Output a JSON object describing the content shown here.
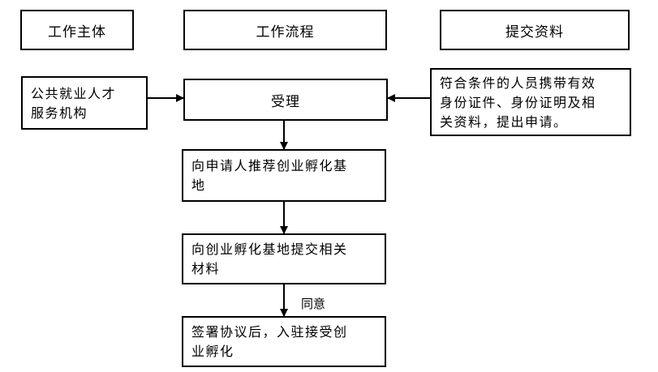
{
  "headers": {
    "subject": "工作主体",
    "process": "工作流程",
    "materials": "提交资料"
  },
  "left_box": {
    "line1": "公共就业人才",
    "line2": "服务机构"
  },
  "right_box": {
    "line1": "符合条件的人员携带有效",
    "line2": "身份证件、身份证明及相",
    "line3": "关资料，提出申请。"
  },
  "steps": {
    "accept": "受理",
    "recommend_line1": "向申请人推荐创业孵化基",
    "recommend_line2": "地",
    "submit_line1": "向创业孵化基地提交相关",
    "submit_line2": "材料",
    "sign_line1": "签署协议后，入驻接受创",
    "sign_line2": "业孵化"
  },
  "edge_labels": {
    "agree": "同意"
  },
  "colors": {
    "line": "#000000",
    "background": "#ffffff"
  }
}
